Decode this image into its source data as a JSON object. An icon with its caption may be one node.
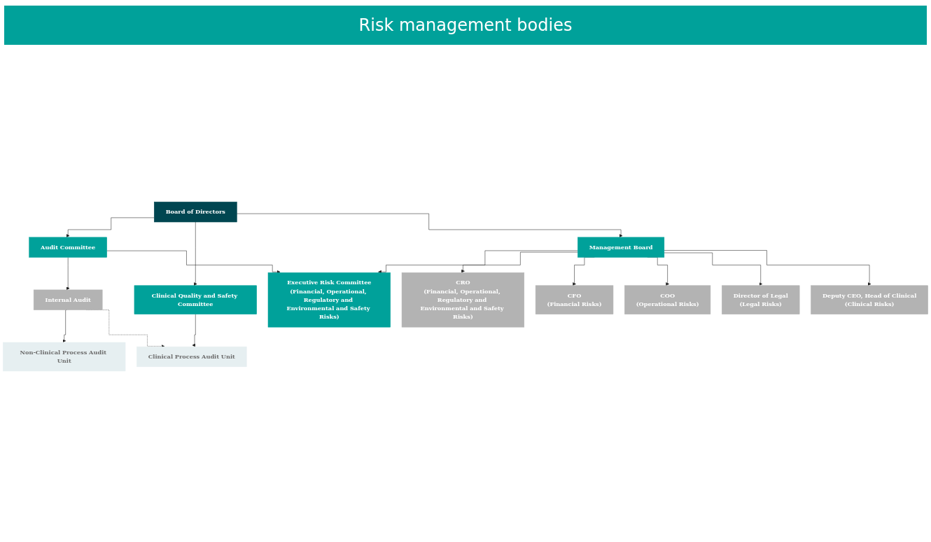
{
  "diagram": {
    "title": "Risk management bodies",
    "nodes": [
      {
        "text": [
          "Board of Directors"
        ]
      },
      {
        "text": [
          "Audit Committee"
        ]
      },
      {
        "text": [
          "Clinical Quality and Safety Committee"
        ]
      },
      {
        "text": [
          "Internal Audit"
        ]
      },
      {
        "text": [
          "Non-Clinical Process Audit Unit"
        ]
      },
      {
        "text": [
          "Clinical Process Audit Unit"
        ]
      },
      {
        "text": [
          "Executive Risk Committee",
          "(Financial, Operational, Regulatory and Environmental and Safety Risks)"
        ]
      },
      {
        "text": [
          "Management Board"
        ]
      },
      {
        "text": [
          "CRO",
          "(Financial, Operational, Regulatory and Environmental and Safety Risks)"
        ]
      },
      {
        "text": [
          "CFO",
          "(Financial Risks)"
        ]
      },
      {
        "text": [
          "COO",
          "(Operational Risks)"
        ]
      },
      {
        "text": [
          "Director of Legal",
          "(Legal Risks)"
        ]
      },
      {
        "text": [
          "Deputy CEO, Head of Clinical",
          "(Clinical Risks)"
        ]
      }
    ],
    "edges": [
      {
        "from": 0,
        "to": 1,
        "arrow": "to"
      },
      {
        "from": 0,
        "to": 2,
        "arrow": "to"
      },
      {
        "from": 0,
        "to": 7,
        "arrow": "to"
      },
      {
        "from": 1,
        "to": 6,
        "arrow": "to"
      },
      {
        "from": 1,
        "to": 3,
        "arrow": "to"
      },
      {
        "from": 3,
        "to": 4,
        "arrow": "to"
      },
      {
        "from": 3,
        "to": 5,
        "arrow": "to",
        "style": "dashed"
      },
      {
        "from": 2,
        "to": 5,
        "arrow": "to"
      },
      {
        "from": 7,
        "to": 6,
        "arrow": "to"
      },
      {
        "from": 7,
        "to": 8,
        "arrow": "to"
      },
      {
        "from": 7,
        "to": 9,
        "arrow": "to"
      },
      {
        "from": 7,
        "to": 10,
        "arrow": "to"
      },
      {
        "from": 7,
        "to": 11,
        "arrow": "to"
      },
      {
        "from": 7,
        "to": 12,
        "arrow": "to"
      }
    ]
  }
}
